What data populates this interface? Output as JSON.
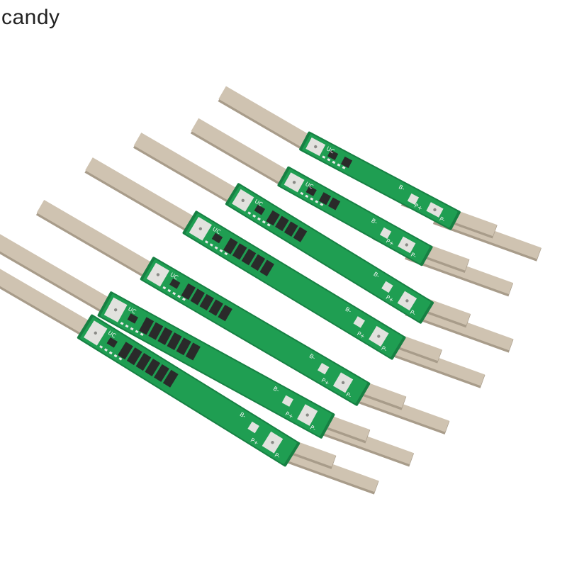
{
  "watermark": "candy",
  "product": {
    "board_count": 7,
    "board_labels": {
      "top_pad": "UC",
      "plus_pad": "P+",
      "minus_pad": "P-",
      "b_minus": "B-"
    }
  },
  "colors": {
    "background": "#ffffff",
    "pcb_green": "#1f9e52",
    "pcb_edge": "#178043",
    "chip_black": "#2a2a2a",
    "pad_silver": "#e2e2de",
    "nickel_strip": "#cfc3b1",
    "nickel_shadow": "#a89c8a"
  }
}
